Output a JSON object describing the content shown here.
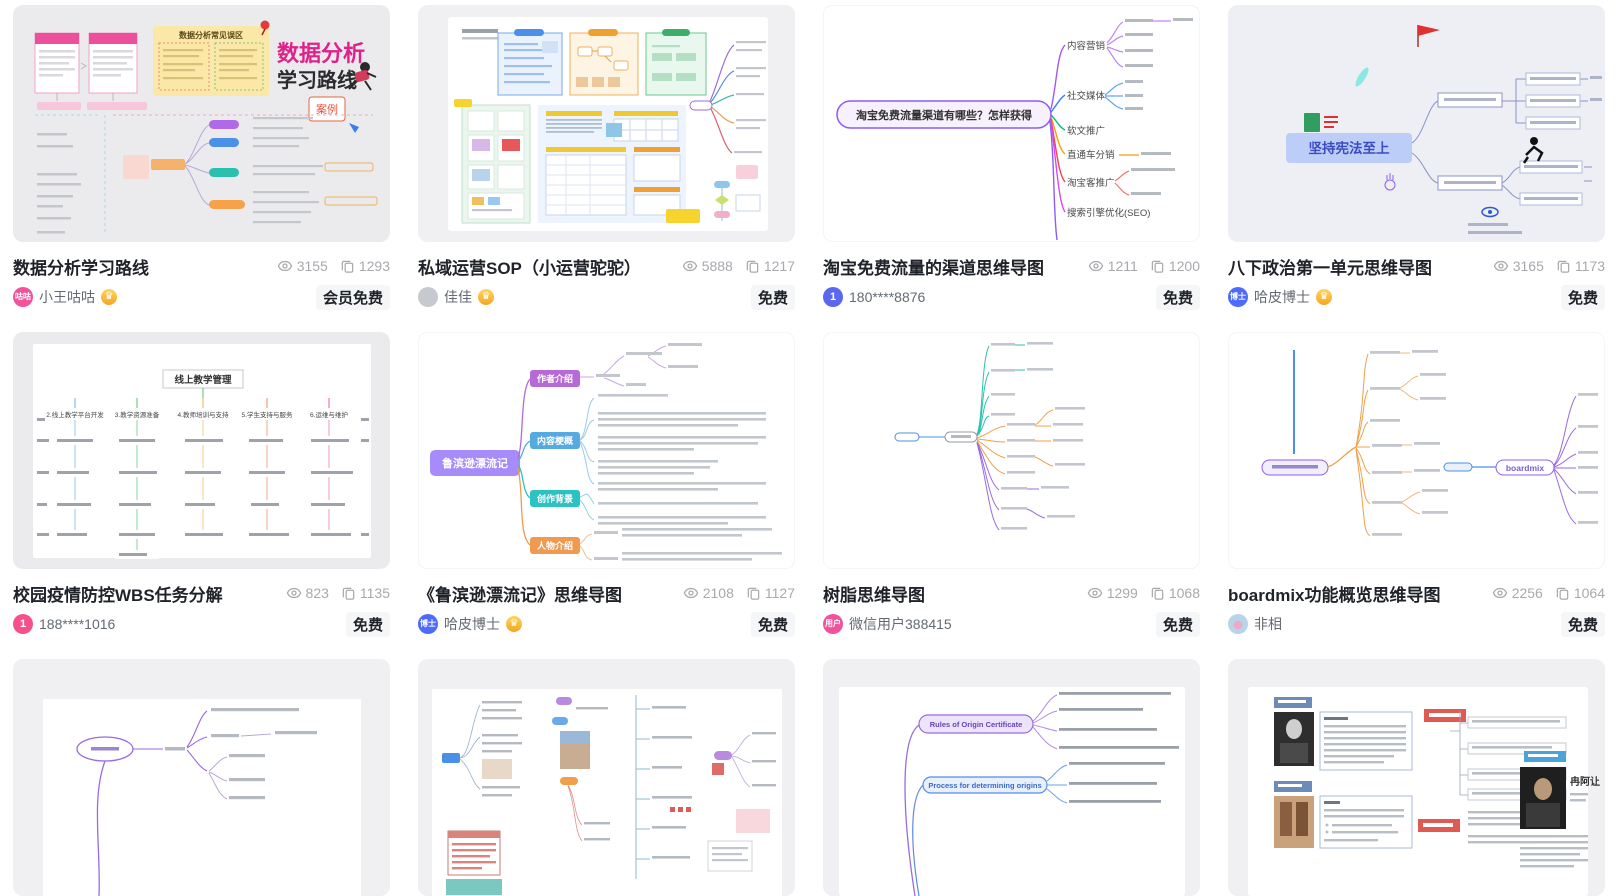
{
  "cards": [
    {
      "title": "数据分析学习路线",
      "views": "3155",
      "uses": "1293",
      "price": "会员免费",
      "author": {
        "name": "小王咕咕",
        "avatar_text": "咕咕",
        "avatar_bg": "#f0529c",
        "vip": true
      },
      "thumb": {
        "heading1": "数据分析",
        "heading2": "学习路线",
        "note_title": "数据分析常见误区",
        "tag": "案例"
      }
    },
    {
      "title": "私域运营SOP（小运营驼驼）",
      "views": "5888",
      "uses": "1217",
      "price": "免费",
      "author": {
        "name": "佳佳",
        "avatar_text": "",
        "avatar_bg": "#c6cacf",
        "vip": true
      },
      "thumb": {}
    },
    {
      "title": "淘宝免费流量的渠道思维导图",
      "views": "1211",
      "uses": "1200",
      "price": "免费",
      "author": {
        "name": "180****8876",
        "avatar_text": "1",
        "avatar_bg": "#5b67f1",
        "vip": false
      },
      "thumb": {
        "center": "淘宝免费流量渠道有哪些？怎样获得",
        "branch1": "内容营销",
        "branch2": "社交媒体",
        "branch3": "软文推广",
        "branch4": "直通车分销",
        "branch5": "淘宝客推广",
        "branch6": "搜索引擎优化(SEO)"
      }
    },
    {
      "title": "八下政治第一单元思维导图",
      "views": "3165",
      "uses": "1173",
      "price": "免费",
      "author": {
        "name": "哈皮博士",
        "avatar_text": "博士",
        "avatar_bg": "#4d6bfe",
        "vip": true
      },
      "thumb": {
        "center": "坚持宪法至上"
      }
    },
    {
      "title": "校园疫情防控WBS任务分解",
      "views": "823",
      "uses": "1135",
      "price": "免费",
      "author": {
        "name": "188****1016",
        "avatar_text": "1",
        "avatar_bg": "#f5508c",
        "vip": false
      },
      "thumb": {
        "root": "线上教学管理",
        "col1": "2.线上教学平台开发",
        "col2": "3.教学资源准备",
        "col3": "4.教师培训与支持",
        "col4": "5.学生支持与服务",
        "col5": "6.运维与维护"
      }
    },
    {
      "title": "《鲁滨逊漂流记》思维导图",
      "views": "2108",
      "uses": "1127",
      "price": "免费",
      "author": {
        "name": "哈皮博士",
        "avatar_text": "博士",
        "avatar_bg": "#4d6bfe",
        "vip": true
      },
      "thumb": {
        "center": "鲁滨逊漂流记",
        "branch1": "作者介绍",
        "branch2": "内容梗概",
        "branch3": "创作背景",
        "branch4": "人物介绍"
      }
    },
    {
      "title": "树脂思维导图",
      "views": "1299",
      "uses": "1068",
      "price": "免费",
      "author": {
        "name": "微信用户388415",
        "avatar_text": "用户",
        "avatar_bg": "#f0529c",
        "vip": false
      },
      "thumb": {}
    },
    {
      "title": "boardmix功能概览思维导图",
      "views": "2256",
      "uses": "1064",
      "price": "免费",
      "author": {
        "name": "非相",
        "avatar_text": "",
        "avatar_bg": "#b7d4e8",
        "vip": false
      },
      "thumb": {
        "node": "boardmix"
      }
    }
  ],
  "more_cards": [
    {
      "thumb": {}
    },
    {
      "thumb": {}
    },
    {
      "thumb": {
        "n1": "Rules of Origin Certificate",
        "n2": "Process for determining origins"
      }
    },
    {
      "thumb": {
        "name": "冉阿让"
      }
    }
  ]
}
